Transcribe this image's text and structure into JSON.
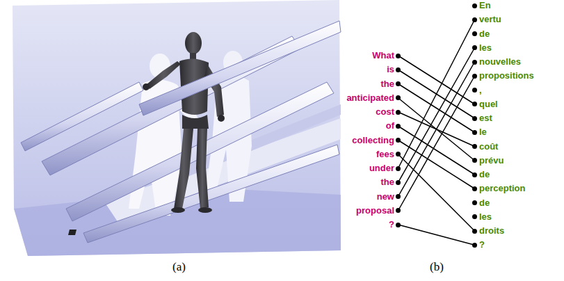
{
  "diagram": {
    "nodes": [
      {
        "text": [
          "What"
        ]
      },
      {
        "text": [
          "is"
        ]
      },
      {
        "text": [
          "the"
        ]
      },
      {
        "text": [
          "anticipated"
        ]
      },
      {
        "text": [
          "cost"
        ]
      },
      {
        "text": [
          "of"
        ]
      },
      {
        "text": [
          "collecting"
        ]
      },
      {
        "text": [
          "fees"
        ]
      },
      {
        "text": [
          "under"
        ]
      },
      {
        "text": [
          "the"
        ]
      },
      {
        "text": [
          "new"
        ]
      },
      {
        "text": [
          "proposal"
        ]
      },
      {
        "text": [
          "?"
        ]
      },
      {
        "text": [
          "En"
        ]
      },
      {
        "text": [
          "vertu"
        ]
      },
      {
        "text": [
          "de"
        ]
      },
      {
        "text": [
          "les"
        ]
      },
      {
        "text": [
          "nouvelles"
        ]
      },
      {
        "text": [
          "propositions"
        ]
      },
      {
        "text": [
          ","
        ]
      },
      {
        "text": [
          "quel"
        ]
      },
      {
        "text": [
          "est"
        ]
      },
      {
        "text": [
          "le"
        ]
      },
      {
        "text": [
          "coût"
        ]
      },
      {
        "text": [
          "prévu"
        ]
      },
      {
        "text": [
          "de"
        ]
      },
      {
        "text": [
          "perception"
        ]
      },
      {
        "text": [
          "de"
        ]
      },
      {
        "text": [
          "les"
        ]
      },
      {
        "text": [
          "droits"
        ]
      },
      {
        "text": [
          "?"
        ]
      }
    ],
    "edges": [
      {
        "from": 0,
        "to": 20,
        "arrow": "none"
      },
      {
        "from": 1,
        "to": 21,
        "arrow": "none"
      },
      {
        "from": 2,
        "to": 22,
        "arrow": "none"
      },
      {
        "from": 3,
        "to": 24,
        "arrow": "none"
      },
      {
        "from": 4,
        "to": 23,
        "arrow": "none"
      },
      {
        "from": 5,
        "to": 25,
        "arrow": "none"
      },
      {
        "from": 6,
        "to": 26,
        "arrow": "none"
      },
      {
        "from": 7,
        "to": 29,
        "arrow": "none"
      },
      {
        "from": 8,
        "to": 14,
        "arrow": "none"
      },
      {
        "from": 9,
        "to": 16,
        "arrow": "none"
      },
      {
        "from": 10,
        "to": 17,
        "arrow": "none"
      },
      {
        "from": 11,
        "to": 18,
        "arrow": "none"
      },
      {
        "from": 12,
        "to": 30,
        "arrow": "none"
      }
    ],
    "labels": [
      "(a)",
      "(b)"
    ]
  }
}
